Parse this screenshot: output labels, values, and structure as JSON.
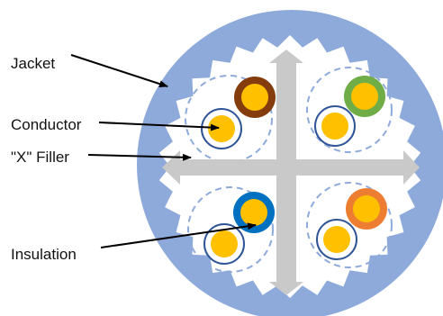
{
  "labels": {
    "jacket": "Jacket",
    "conductor": "Conductor",
    "filler": "\"X\" Filler",
    "insulation": "Insulation"
  },
  "colors": {
    "jacket": "#8eaadb",
    "filler_body": "#ffffff",
    "pair_boundary": "#8eaadb",
    "cross_filler": "#c9c9c9",
    "conductor": "#ffc000",
    "plain_insulation": "#2f5597",
    "brown_insulation": "#843c0c",
    "green_insulation": "#70ad47",
    "blue_insulation": "#0070c0",
    "orange_insulation": "#ed7d31",
    "leader_line": "#000000"
  },
  "pairs": [
    {
      "position": "top-left",
      "striped_color": "brown"
    },
    {
      "position": "top-right",
      "striped_color": "green"
    },
    {
      "position": "bottom-left",
      "striped_color": "blue"
    },
    {
      "position": "bottom-right",
      "striped_color": "orange"
    }
  ]
}
